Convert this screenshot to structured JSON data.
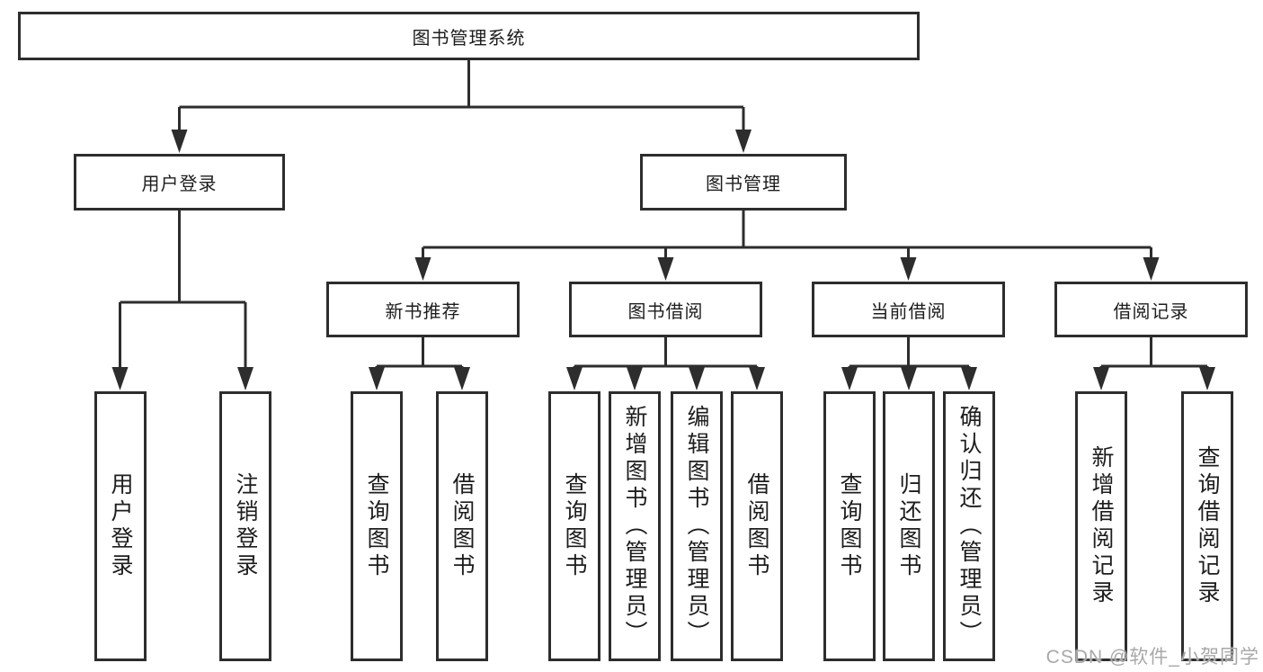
{
  "colors": {
    "line": "#2d2d2d",
    "border": "#2d2d2d",
    "text": "#1d1d1d",
    "background": "#ffffff",
    "watermark": "#a8a8a8"
  },
  "diagram": {
    "root": {
      "label": "图书管理系统"
    },
    "branches": [
      {
        "label": "用户登录",
        "leaves": [
          {
            "label": "用户登录"
          },
          {
            "label": "注销登录"
          }
        ]
      },
      {
        "label": "图书管理",
        "groups": [
          {
            "label": "新书推荐",
            "leaves": [
              {
                "label": "查询图书"
              },
              {
                "label": "借阅图书"
              }
            ]
          },
          {
            "label": "图书借阅",
            "leaves": [
              {
                "label": "查询图书"
              },
              {
                "label": "新增图书（管理员）"
              },
              {
                "label": "编辑图书（管理员）"
              },
              {
                "label": "借阅图书"
              }
            ]
          },
          {
            "label": "当前借阅",
            "leaves": [
              {
                "label": "查询图书"
              },
              {
                "label": "归还图书"
              },
              {
                "label": "确认归还（管理员）"
              }
            ]
          },
          {
            "label": "借阅记录",
            "leaves": [
              {
                "label": "新增借阅记录"
              },
              {
                "label": "查询借阅记录"
              }
            ]
          }
        ]
      }
    ]
  },
  "watermark": {
    "text": "CSDN @软件_小贺同学"
  }
}
